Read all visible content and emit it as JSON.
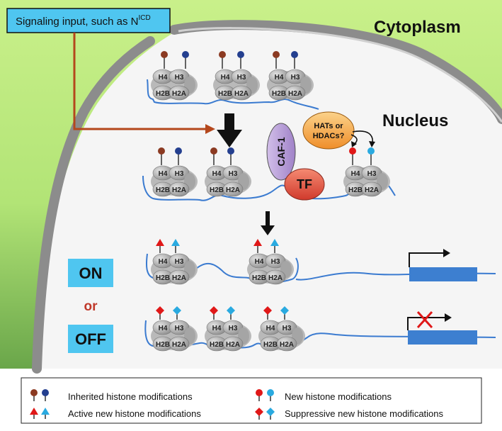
{
  "labels": {
    "cytoplasm": "Cytoplasm",
    "nucleus": "Nucleus",
    "signaling_main": "Signaling input, such as N",
    "signaling_sup": "ICD",
    "caf1": "CAF-1",
    "tf": "TF",
    "hats_line1": "HATs or",
    "hats_line2": "HDACs?",
    "on": "ON",
    "or": "or",
    "off": "OFF"
  },
  "histones": {
    "h4": "H4",
    "h3": "H3",
    "h2b": "H2B",
    "h2a": "H2A"
  },
  "legend": {
    "inherited": "Inherited histone modifications",
    "new": "New histone modifications",
    "active": "Active new histone modifications",
    "suppressive": "Suppressive new histone modifications"
  },
  "colors": {
    "cytoplasm_green": "#b6e67a",
    "nucleus_fill": "#f5f5f5",
    "envelope": "#8c8c8c",
    "signal_box": "#4fc6f0",
    "signal_arrow": "#b4471c",
    "dna": "#3b7bd0",
    "inherited_brown": "#8b3a22",
    "inherited_blue": "#243f8f",
    "new_red": "#e01818",
    "new_cyan": "#2aaae0",
    "state_box": "#4fc6f0",
    "gene_box": "#3d7fd0",
    "caf1_fill": "#b79bd6",
    "tf_fill": "#e85848",
    "hats_fill": "#f4a23a"
  },
  "icons": [
    "inherited-pin-icon",
    "new-pin-icon",
    "active-triangle-icon",
    "suppressive-diamond-icon",
    "repression-x-icon",
    "transcription-arrow-icon"
  ]
}
